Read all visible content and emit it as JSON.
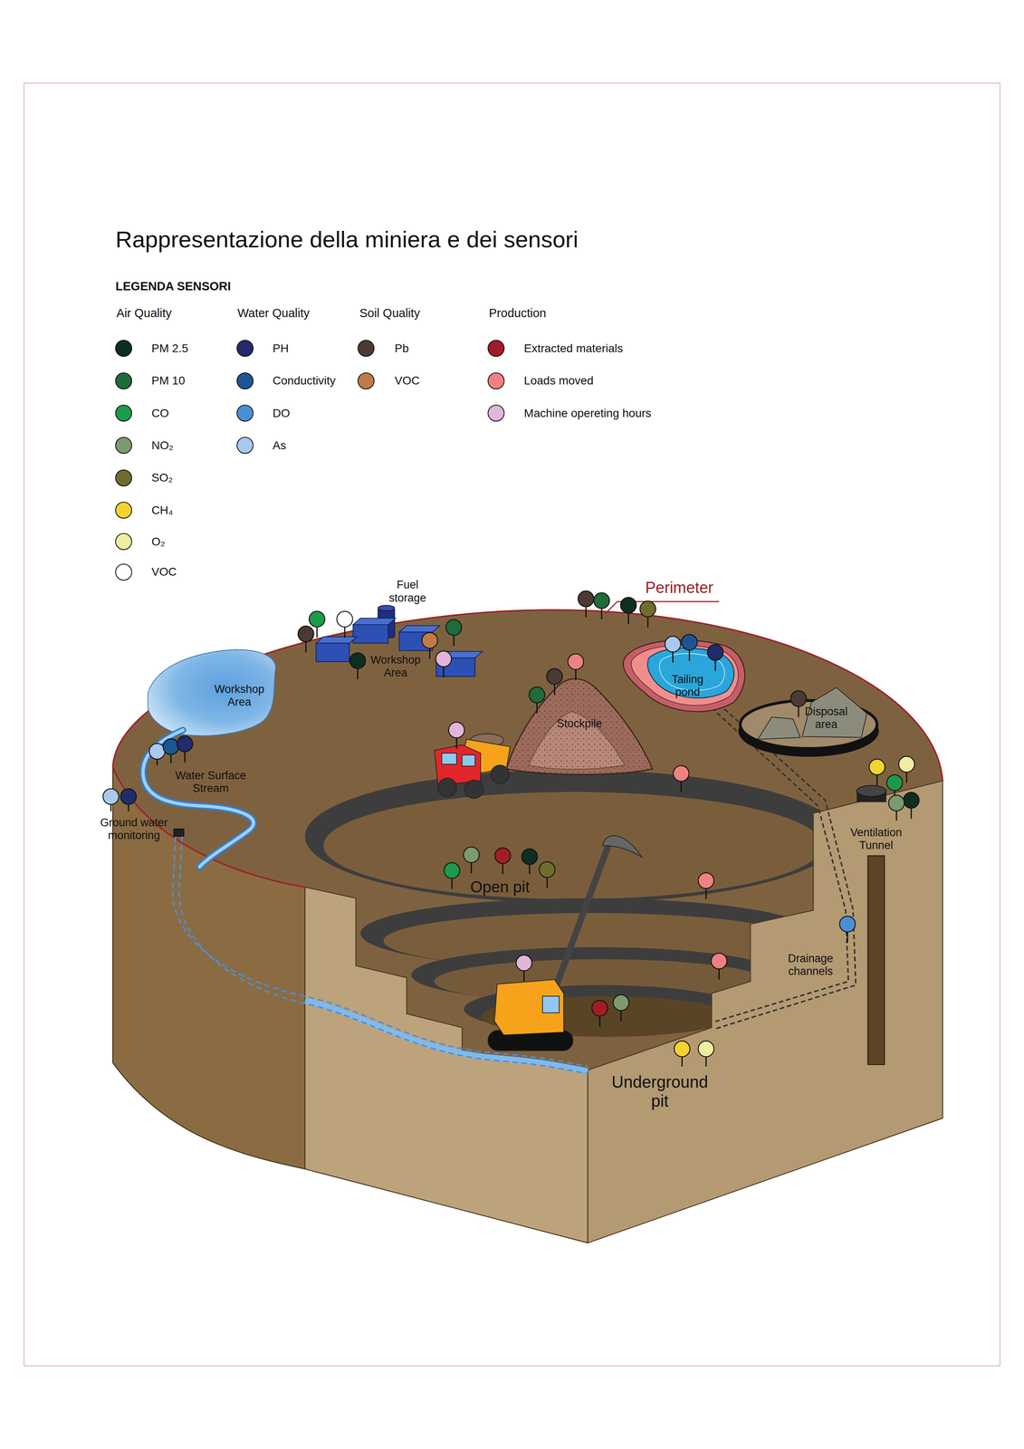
{
  "diagram": {
    "title": "Rappresentazione della miniera e dei sensori",
    "labels": [
      "LEGENDA SENSORI",
      "Air Quality",
      "Water Quality",
      "Soil Quality",
      "Production",
      "Fuel storage",
      "Workshop Area",
      "Perimeter",
      "Workshop Area",
      "Stockpile",
      "Tailing pond",
      "Disposal area",
      "Water Surface Stream",
      "Ground water monitoring",
      "Ventilation Tunnel",
      "Open pit",
      "Drainage channels",
      "Underground pit"
    ],
    "legend": [
      {
        "text": "PM 2.5",
        "color": "#0f2e20"
      },
      {
        "text": "PM 10",
        "color": "#1f6b3a"
      },
      {
        "text": "CO",
        "color": "#1c9a4c"
      },
      {
        "text": "NO₂",
        "color": "#7c9a70"
      },
      {
        "text": "SO₂",
        "color": "#6f6c2e"
      },
      {
        "text": "CH₄",
        "color": "#f4d232"
      },
      {
        "text": "O₂",
        "color": "#eeeea0"
      },
      {
        "text": "VOC",
        "color": "#ffffff"
      },
      {
        "text": "PH",
        "color": "#222b6b"
      },
      {
        "text": "Conductivity",
        "color": "#1c5690"
      },
      {
        "text": "DO",
        "color": "#4a8fd6"
      },
      {
        "text": "As",
        "color": "#a9c9ef"
      },
      {
        "text": "Pb",
        "color": "#4b3a33"
      },
      {
        "text": "VOC",
        "color": "#c17b46"
      },
      {
        "text": "Extracted materials",
        "color": "#a21c25"
      },
      {
        "text": "Loads moved",
        "color": "#f08181"
      },
      {
        "text": "Machine opereting hours",
        "color": "#e2b5da"
      }
    ]
  }
}
